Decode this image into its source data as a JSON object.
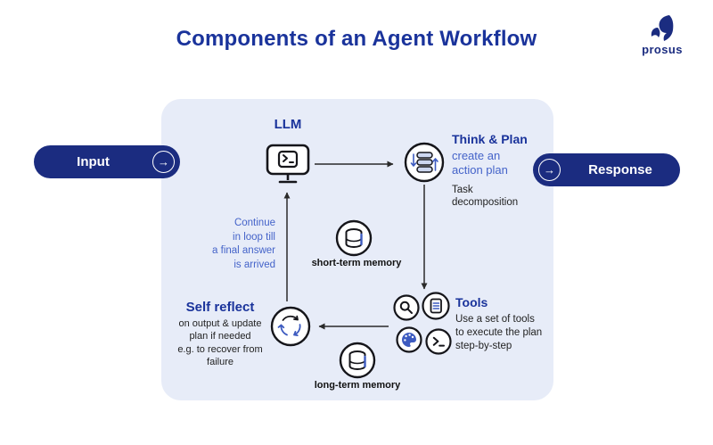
{
  "title": "Components of an Agent Workflow",
  "brand": {
    "name": "prosus"
  },
  "io": {
    "input_label": "Input",
    "response_label": "Response",
    "arrow_glyph": "→"
  },
  "diagram": {
    "llm": {
      "label": "LLM"
    },
    "think_plan": {
      "title": "Think & Plan",
      "subtitle": "create an\naction plan",
      "note": "Task\ndecomposition"
    },
    "tools": {
      "title": "Tools",
      "desc": "Use a set of tools\nto execute the plan\nstep-by-step"
    },
    "self_reflect": {
      "title": "Self reflect",
      "desc": "on output & update\nplan if needed\ne.g. to recover from\nfailure"
    },
    "loop_note": "Continue\nin loop till\na final answer\nis arrived",
    "short_term_label": "short-term memory",
    "long_term_label": "long-term memory"
  },
  "colors": {
    "navy": "#1b2c80",
    "title_blue": "#1a339b",
    "accent_blue": "#4463c9",
    "panel_bg": "#e7ecf8",
    "ink": "#1a1a1a"
  }
}
